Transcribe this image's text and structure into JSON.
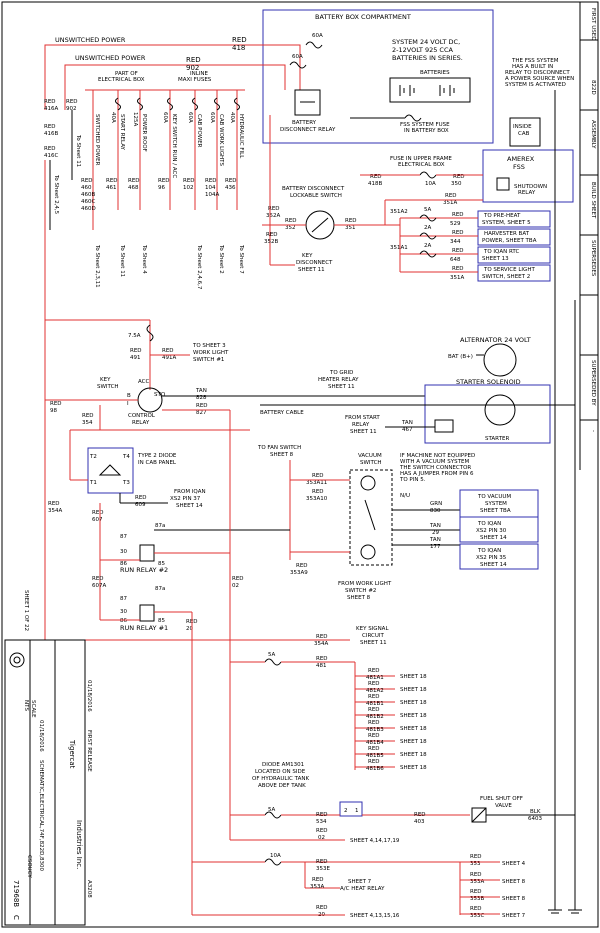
{
  "top_labels": {
    "battery_box": "BATTERY BOX COMPARTMENT",
    "unswitched1": "UNSWITCHED POWER",
    "unswitched2": "UNSWITCHED POWER",
    "w418": "418",
    "w902": "902",
    "red1": "RED",
    "red2": "RED",
    "f60a_1": "60A",
    "f60a_2": "60A",
    "sys1": "SYSTEM 24 VOLT DC,",
    "sys2": "2-12VOLT 925 CCA",
    "sys3": "BATTERIES IN SERIES.",
    "batteries": "BATTERIES",
    "fss_note1": "THE FSS SYSTEM",
    "fss_note2": "HAS A BUILT IN",
    "fss_note3": "RELAY TO DISCONNECT",
    "fss_note4": "A POWER SOURCE WHEN",
    "fss_note5": "SYSTEM IS ACTIVATED",
    "batt_disc1": "BATTERY",
    "batt_disc2": "DISCONNECT RELAY",
    "fss_fuse1": "FSS SYSTEM FUSE",
    "fss_fuse2": "IN BATTERY BOX",
    "inside_cab1": "INSIDE",
    "inside_cab2": "CAB",
    "amerex1": "AMEREX",
    "amerex2": "FSS",
    "shutdown1": "SHUTDOWN",
    "shutdown2": "RELAY",
    "part_of1": "PART OF",
    "part_of2": "ELECTRICAL BOX",
    "inline1": "INLINE",
    "inline2": "MAXI FUSES"
  },
  "left_wires": {
    "r416a": "RED",
    "n416a": "416A",
    "r902": "RED",
    "n902": "902",
    "r416b": "RED",
    "n416b": "416B",
    "r416c": "RED",
    "n416c": "416C",
    "to11": "To Sheet 11",
    "to245": "To Sheet 2,4,5"
  },
  "fuse_columns": [
    {
      "amp": "",
      "label": "SWITCHED POWER",
      "red": "RED",
      "wires": [
        "460",
        "460B",
        "460C",
        "460D"
      ],
      "sheet": "To Sheet 2,3,11"
    },
    {
      "amp": "40A",
      "label": "START RELAY",
      "red": "RED",
      "wires": [
        "461"
      ],
      "sheet": "To Sheet 11"
    },
    {
      "amp": "125A",
      "label": "POWER ROOF",
      "red": "RED",
      "wires": [
        "468"
      ],
      "sheet": "To Sheet 4"
    },
    {
      "amp": "60A",
      "label": "KEY SWITCH RUN / ACC",
      "red": "RED",
      "wires": [
        "96"
      ],
      "sheet": ""
    },
    {
      "amp": "60A",
      "label": "CAB POWER",
      "red": "RED",
      "wires": [
        "102"
      ],
      "sheet": "To Sheet 2,4,6,7"
    },
    {
      "amp": "60A",
      "label": "CAB WORK LIGHTS",
      "red": "RED",
      "wires": [
        "104",
        "104A"
      ],
      "sheet": "To Sheet 2"
    },
    {
      "amp": "40A",
      "label": "HYDRAULIC FILL",
      "red": "RED",
      "wires": [
        "436"
      ],
      "sheet": "To Sheet 7"
    }
  ],
  "key_disconnect": {
    "fuse1": "FUSE IN UPPER FRAME",
    "fuse2": "ELECTRICAL BOX",
    "w418b": "418B",
    "w350": "350",
    "f10a": "10A",
    "w351a": "351A",
    "title1": "BATTERY DISCONNECT",
    "title2": "LOCKABLE SWITCH",
    "w352a": "352A",
    "w352": "352",
    "w351": "351",
    "w352b": "352B",
    "kd1": "KEY",
    "kd2": "DISCONNECT",
    "kd3": "SHEET 11",
    "red": "RED"
  },
  "right_outputs": [
    {
      "wire": "529",
      "box1": "TO PRE-HEAT",
      "box2": "SYSTEM, SHEET 5",
      "fuse": "5A",
      "in": "351A2"
    },
    {
      "wire": "344",
      "box1": "HARVESTER BAT",
      "box2": "POWER, SHEET TBA",
      "fuse": "2A",
      "in": ""
    },
    {
      "wire": "648",
      "box1": "TO IQAN RTC",
      "box2": "SHEET 13",
      "fuse": "2A",
      "in": "351A1"
    },
    {
      "wire": "351A",
      "box1": "TO SERVICE LIGHT",
      "box2": "SWITCH, SHEET 2",
      "fuse": "",
      "in": ""
    }
  ],
  "mid": {
    "f75a": "7.5A",
    "w491": "491",
    "w491a": "491A",
    "ws1": "TO SHEET 3",
    "ws2": "WORK LIGHT",
    "ws3": "SWITCH #1",
    "alt1": "ALTERNATOR 24 VOLT",
    "bat": "BAT (B+)",
    "grid1": "TO GRID",
    "grid2": "HEATER RELAY",
    "grid3": "SHEET 11",
    "ks1": "KEY",
    "ks2": "SWITCH",
    "b": "B",
    "i": "I",
    "sto": "STO",
    "acc": "ACC",
    "control": "CONTROL",
    "relay": "RELAY",
    "tan": "TAN",
    "w828": "828",
    "w827": "827",
    "starter_sol": "STARTER SOLENOID",
    "batt_cable": "BATTERY CABLE",
    "fsr1": "FROM START",
    "fsr2": "RELAY",
    "fsr3": "SHEET 11",
    "w467": "467",
    "starter": "STARTER",
    "w98": "98",
    "w354": "354"
  },
  "diode": {
    "t2": "T2",
    "t4": "T4",
    "t1": "T1",
    "t3": "T3",
    "d1": "TYPE 2 DIODE",
    "d2": "IN CAB PANEL",
    "fi1": "FROM IQAN",
    "fi2": "XS2  PIN 37",
    "fi3": "SHEET 14",
    "w609": "609",
    "red": "RED"
  },
  "vacuum": {
    "fan1": "TO FAN SWITCH",
    "fan2": "SHEET 8",
    "w353a10": "353A10",
    "w353a11": "353A11",
    "vs1": "VACUUM",
    "vs2": "SWITCH",
    "note1": "IF MACHINE NOT EQUIPPED",
    "note2": "WITH A VACUUM SYSTEM",
    "note3": "THE SWITCH CONNECTOR",
    "note4": "HAS A JUMPER FROM PIN 6",
    "note5": "TO PIN 5.",
    "nu": "N/U",
    "grn": "GRN",
    "w830": "830",
    "tan": "TAN",
    "w29": "29",
    "w177": "177",
    "vb1": "TO VACUUM",
    "vb2": "SYSTEM",
    "vb3": "SHEET TBA",
    "iq1": "TO IQAN",
    "iq2": "XS2  PIN 30",
    "iq3": "SHEET 14",
    "iq4": "TO IQAN",
    "iq5": "XS2  PIN 35",
    "iq6": "SHEET 14",
    "w353a9": "353A9",
    "fwl1": "FROM WORK LIGHT",
    "fwl2": "SWITCH #2",
    "fwl3": "SHEET 8"
  },
  "relays": {
    "w354a": "354A",
    "w607": "607",
    "w607a": "607A",
    "r87a": "87a",
    "r87": "87",
    "r30": "30",
    "r86": "86",
    "r85": "85",
    "run2": "RUN RELAY #2",
    "run1": "RUN RELAY #1",
    "w02": "02",
    "w20": "20",
    "sheet": "SHEET 1 OF 22"
  },
  "lower": {
    "kc1": "KEY SIGNAL",
    "kc2": "CIRCUIT",
    "kc3": "SHEET 11",
    "w354a": "354A",
    "f5a": "5A",
    "w481": "481",
    "branches": [
      "481A1",
      "481A2",
      "481B1",
      "481B2",
      "481B3",
      "481B4",
      "481B5",
      "481B6"
    ],
    "sheet18": "SHEET 18",
    "diode1": "DIODE AM1301",
    "diode2": "LOCATED ON SIDE",
    "diode3": "OF HYDRAULIC TANK",
    "diode4": "ABOVE DEF TANK",
    "f5a2": "5A",
    "w534": "534",
    "w403": "403",
    "blk": "BLK",
    "w6403": "6403",
    "fsv1": "FUEL SHUT OFF",
    "fsv2": "VALVE",
    "w02": "02",
    "s4141719": "SHEET 4,14,17,19",
    "f10a": "10A",
    "w353": "353",
    "w353a": "353A",
    "w353b": "353B",
    "w353c": "353C",
    "w353e": "353E",
    "s4": "SHEET 4",
    "s8a": "SHEET 8",
    "s8b": "SHEET 8",
    "s7": "SHEET 7",
    "s7ac": "SHEET 7",
    "ac": "A/C HEAT RELAY",
    "w20": "20",
    "s4131516": "SHEET 4,13,15,16"
  },
  "title_block": {
    "company1": "Tigercat",
    "company2": "Industries Inc.",
    "date": "01/18/2016",
    "release": "FIRST RELEASE",
    "drawing_no": "71968B",
    "rev": "C",
    "title": "SCHEMATIC,ELECTRICAL,74F,822D,8300",
    "nts": "NTS",
    "scale": "SCALE",
    "date2": "01/18/2016",
    "csa": "CSOUCY",
    "ecn": "A3208",
    "edge_labels": [
      "FIRST USED",
      "822D",
      "ASSEMBLY",
      "BUILD SHEET",
      "SUPERSEDES",
      "SUPERSEDED BY",
      "-"
    ]
  },
  "colors": {
    "red": "#e03030",
    "blue": "#3030b0",
    "black": "#000000"
  }
}
